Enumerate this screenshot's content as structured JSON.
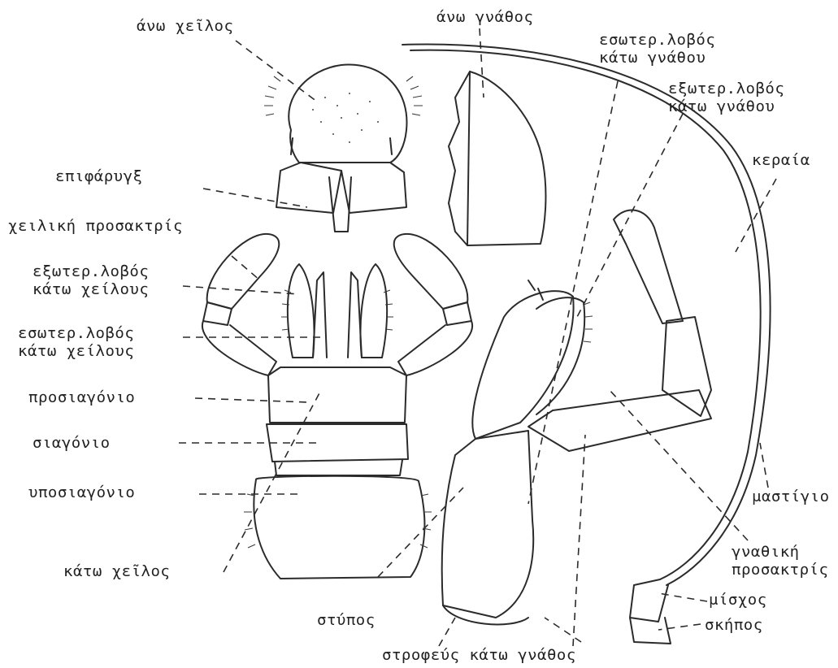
{
  "labels": {
    "upper_lip": "άνω χεῖλος",
    "epipharynx": "επιφάρυγξ",
    "labial_palp": "χειλική προσακτρίς",
    "outer_lobe_lower_lip_1": "εξωτερ.λοβός",
    "outer_lobe_lower_lip_2": "κάτω χείλους",
    "inner_lobe_lower_lip_1": "εσωτερ.λοβός",
    "inner_lobe_lower_lip_2": "κάτω χείλους",
    "prementum": "προσιαγόνιο",
    "mentum": "σιαγόνιο",
    "submentum": "υποσιαγόνιο",
    "lower_lip": "κάτω χεῖλος",
    "stipes": "στύπος",
    "cardo_maxilla": "στροφεύς κάτω γνάθος",
    "upper_jaw": "άνω γνάθος",
    "inner_lobe_maxilla_1": "εσωτερ.λοβός",
    "inner_lobe_maxilla_2": "κάτω γνάθου",
    "outer_lobe_maxilla_1": "εξωτερ.λοβός",
    "outer_lobe_maxilla_2": "κάτω γνάθου",
    "antenna": "κεραία",
    "flagellum": "μαστίγιο",
    "maxillary_palp_1": "γναθική",
    "maxillary_palp_2": "προσακτρίς",
    "pedicel": "μίσχος",
    "scape": "σκήπος"
  }
}
